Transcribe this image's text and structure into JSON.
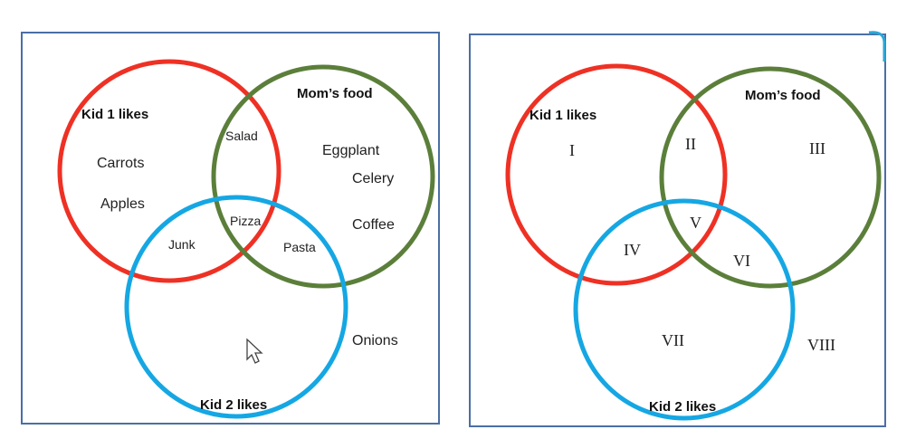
{
  "left_diagram": {
    "sets": {
      "kid1": "Kid 1 likes",
      "mom": "Mom’s food",
      "kid2": "Kid 2 likes"
    },
    "items": {
      "carrots": "Carrots",
      "apples": "Apples",
      "salad": "Salad",
      "eggplant": "Eggplant",
      "celery": "Celery",
      "coffee": "Coffee",
      "pizza": "Pizza",
      "junk": "Junk",
      "pasta": "Pasta",
      "onions": "Onions"
    }
  },
  "right_diagram": {
    "sets": {
      "kid1": "Kid 1 likes",
      "mom": "Mom’s food",
      "kid2": "Kid 2 likes"
    },
    "regions": {
      "r1": "I",
      "r2": "II",
      "r3": "III",
      "r4": "IV",
      "r5": "V",
      "r6": "VI",
      "r7": "VII",
      "r8": "VIII"
    }
  },
  "colors": {
    "kid1_circle": "#ee3124",
    "mom_circle": "#5b7f3a",
    "kid2_circle": "#15a7e3",
    "frame": "#4a6fa5"
  },
  "icons": [
    "mouse-cursor-icon"
  ]
}
